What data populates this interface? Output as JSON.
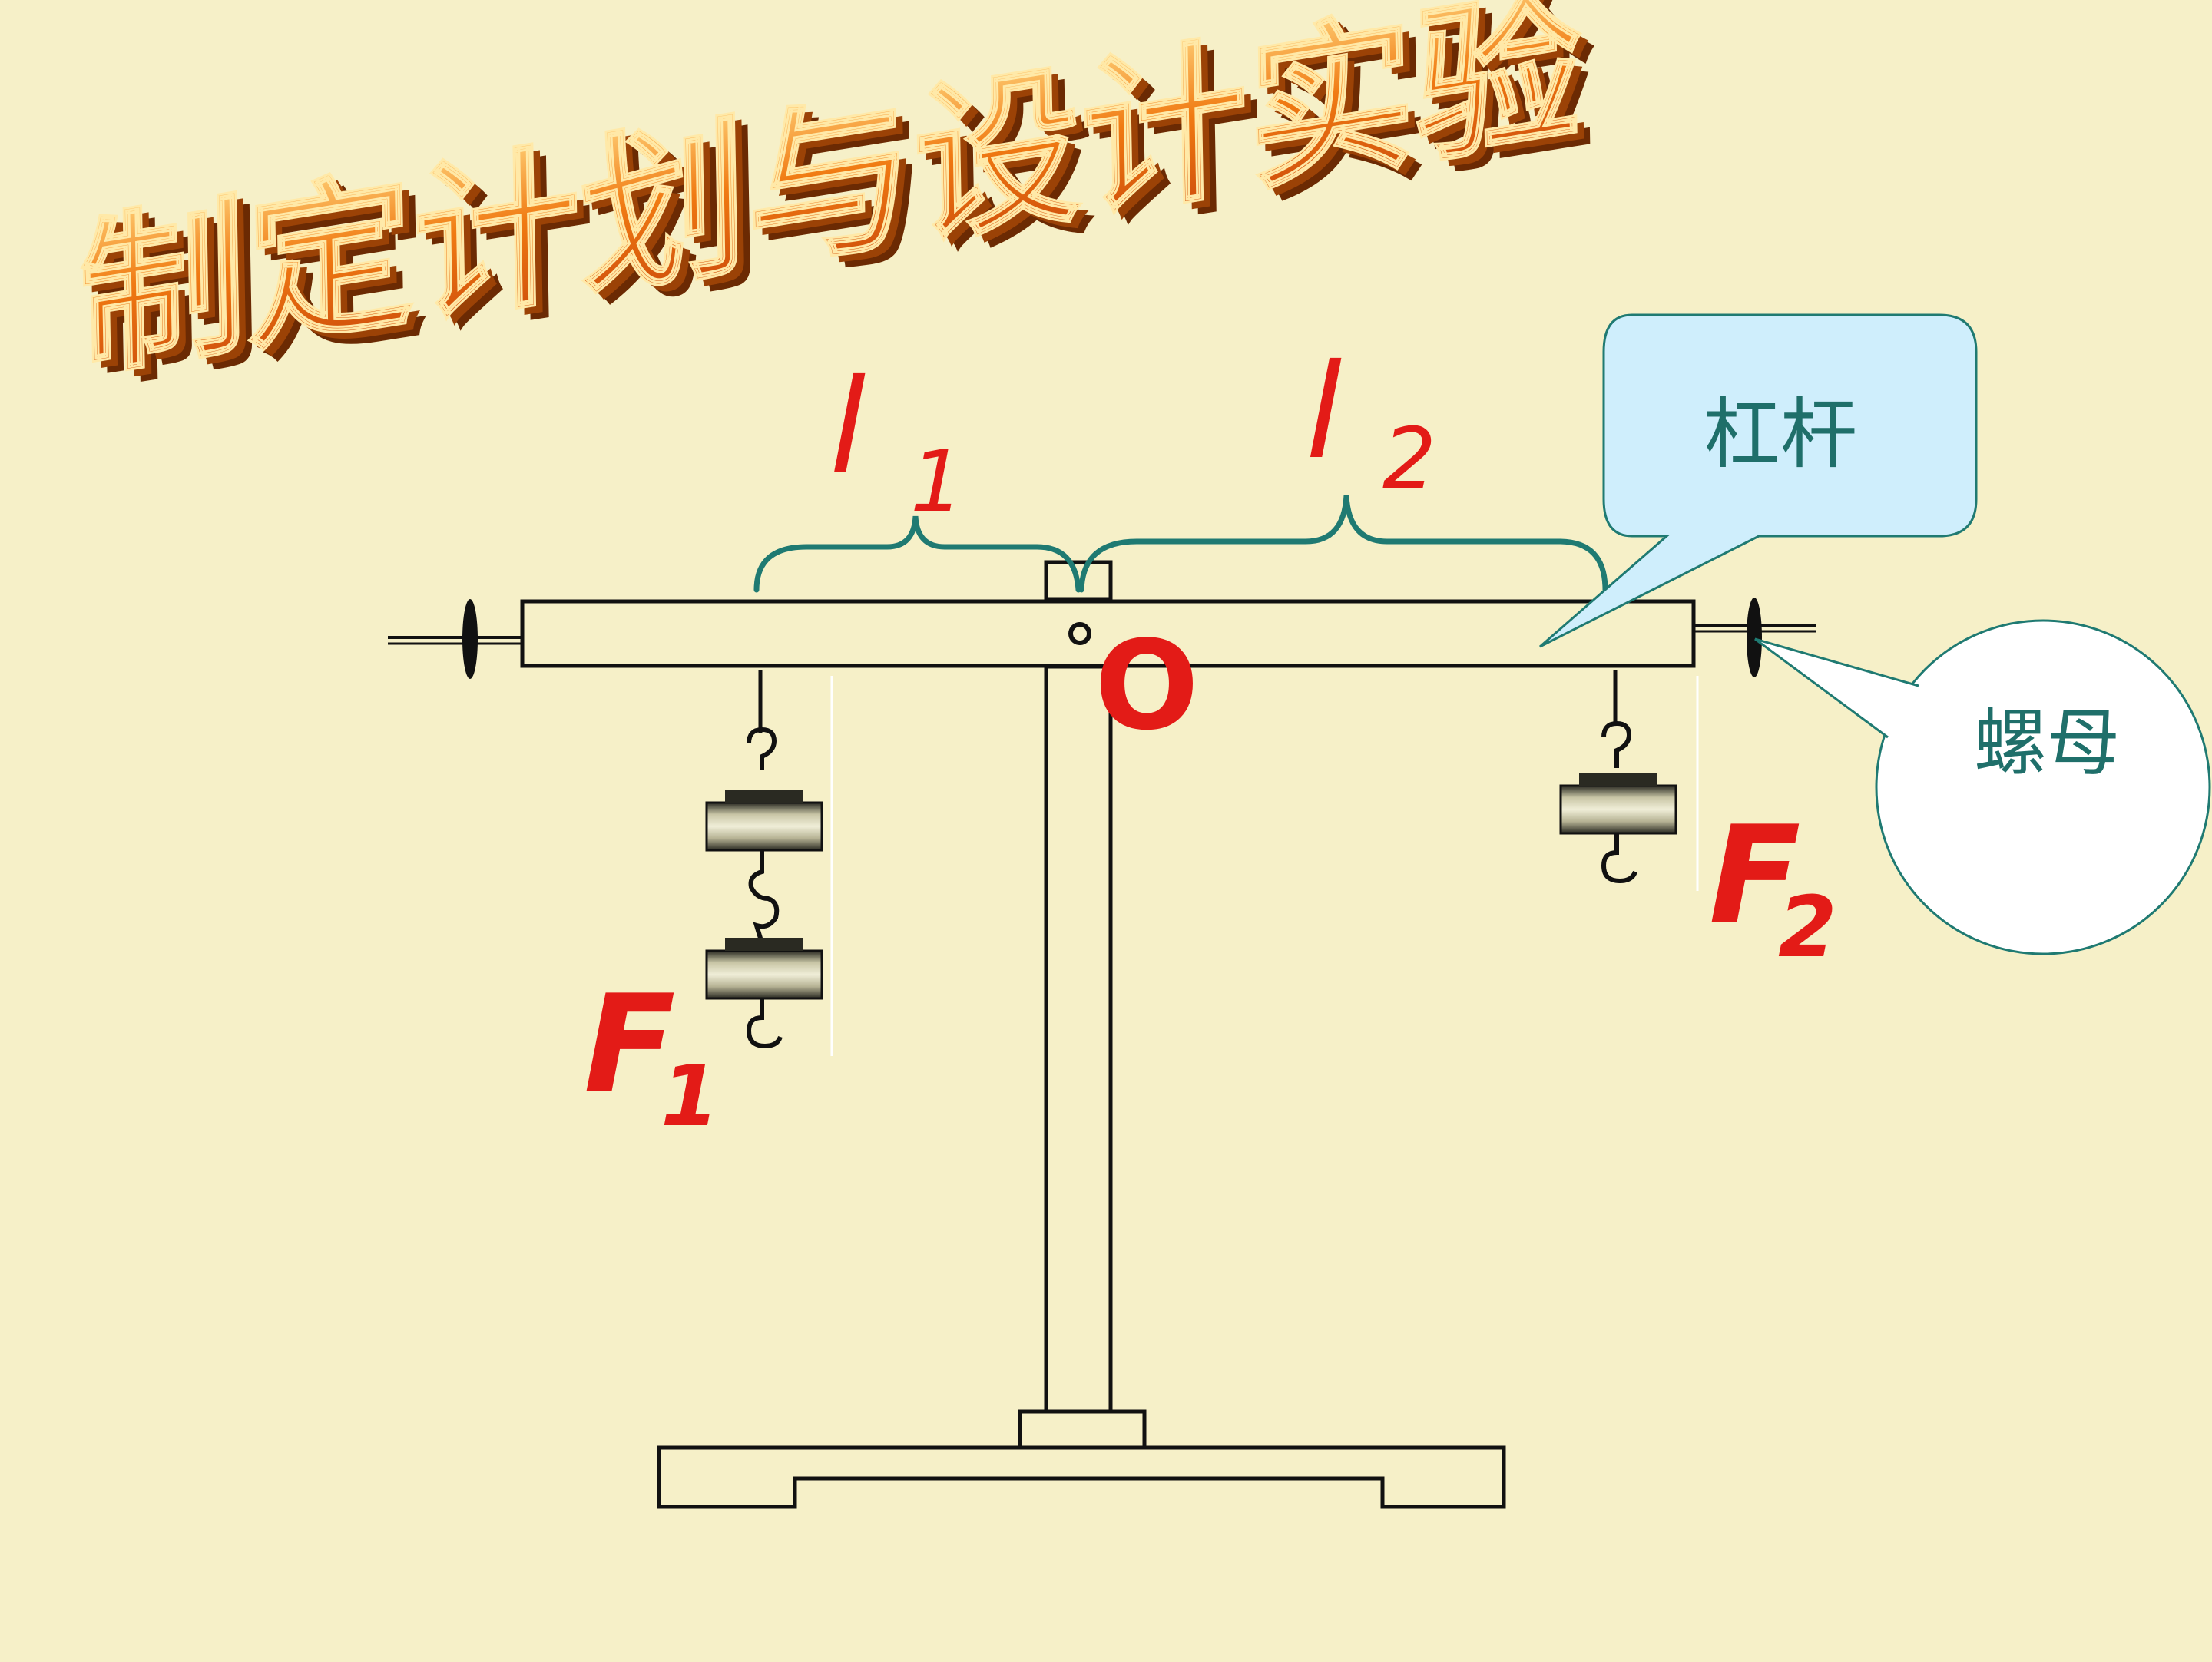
{
  "title": "制定计划与设计实验",
  "labels": {
    "l1_letter": "l",
    "l1_sub": "1",
    "l2_letter": "l",
    "l2_sub": "2",
    "pivot": "O",
    "f1_letter": "F",
    "f1_sub": "1",
    "f2_letter": "F",
    "f2_sub": "2"
  },
  "callouts": {
    "lever": "杠杆",
    "nut": "螺母"
  },
  "colors": {
    "background": "#f6f0c8",
    "label_red": "#e31b17",
    "brace_teal": "#1f7a72",
    "callout_rect_fill": "#cfeefc",
    "callout_circle_fill": "#ffffff",
    "title_orange": "#f07a12",
    "title_shadow": "#8a3b05"
  }
}
